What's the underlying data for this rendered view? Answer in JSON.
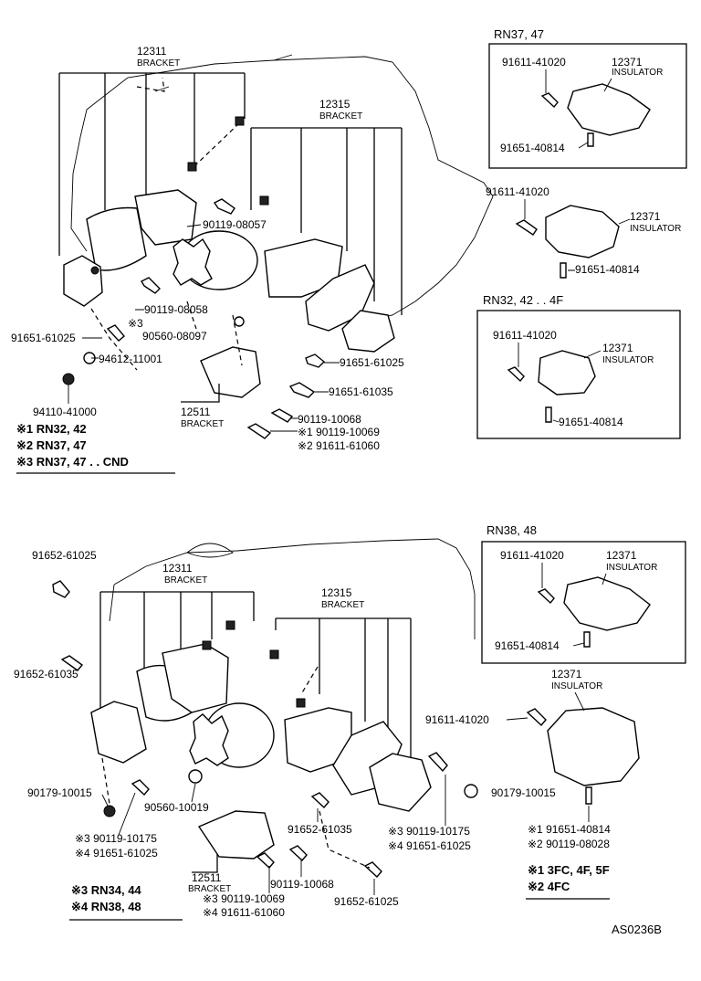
{
  "top": {
    "bracket_left": {
      "num": "12311",
      "word": "BRACKET"
    },
    "bracket_right": {
      "num": "12315",
      "word": "BRACKET"
    },
    "bracket_low": {
      "num": "12511",
      "word": "BRACKET"
    },
    "parts": {
      "p1": "90119-08057",
      "p2": "90119-08058",
      "p3": "※3",
      "p4": "90560-08097",
      "p5": "91651-61025",
      "p6": "94612-11001",
      "p7": "94110-41000",
      "p8": "91651-61025",
      "p9": "91651-61035",
      "p10": "90119-10068",
      "p11": "※1 90119-10069",
      "p12": "※2 91611-61060",
      "p13": "91611-41020",
      "p14": "12371",
      "p14b": "INSULATOR",
      "p15": "91651-40814"
    },
    "notes": [
      "※1 RN32, 42",
      "※2 RN37, 47",
      "※3 RN37, 47 . .  CND"
    ],
    "box1": {
      "title": "RN37, 47",
      "bolt": "91611-41020",
      "ins": "12371",
      "insw": "INSULATOR",
      "stud": "91651-40814"
    },
    "box2": {
      "title": "RN32, 42 . .  4F",
      "bolt": "91611-41020",
      "ins": "12371",
      "insw": "INSULATOR",
      "stud": "91651-40814"
    }
  },
  "bottom": {
    "bracket_left": {
      "num": "12311",
      "word": "BRACKET"
    },
    "bracket_right": {
      "num": "12315",
      "word": "BRACKET"
    },
    "bracket_low": {
      "num": "12511",
      "word": "BRACKET"
    },
    "parts": {
      "q1": "91652-61025",
      "q2": "91652-61035",
      "q3": "90179-10015",
      "q4": "90560-10019",
      "q5": "※3 90119-10175",
      "q6": "※4 91651-61025",
      "q7": "90119-10068",
      "q8": "※3 90119-10069",
      "q9": "※4 91611-61060",
      "q10": "91652-61035",
      "q11": "91652-61025",
      "q12": "※3 90119-10175",
      "q13": "※4 91651-61025",
      "q14": "90179-10015",
      "q15": "91611-41020",
      "q16": "12371",
      "q16b": "INSULATOR",
      "q17": "※1 91651-40814",
      "q18": "※2 90119-08028"
    },
    "notes_left": [
      "※3 RN34, 44",
      "※4 RN38, 48"
    ],
    "notes_right": [
      "※1 3FC, 4F, 5F",
      "※2 4FC"
    ],
    "box3": {
      "title": "RN38, 48",
      "bolt": "91611-41020",
      "ins": "12371",
      "insw": "INSULATOR",
      "stud": "91651-40814"
    }
  },
  "code": "AS0236B"
}
